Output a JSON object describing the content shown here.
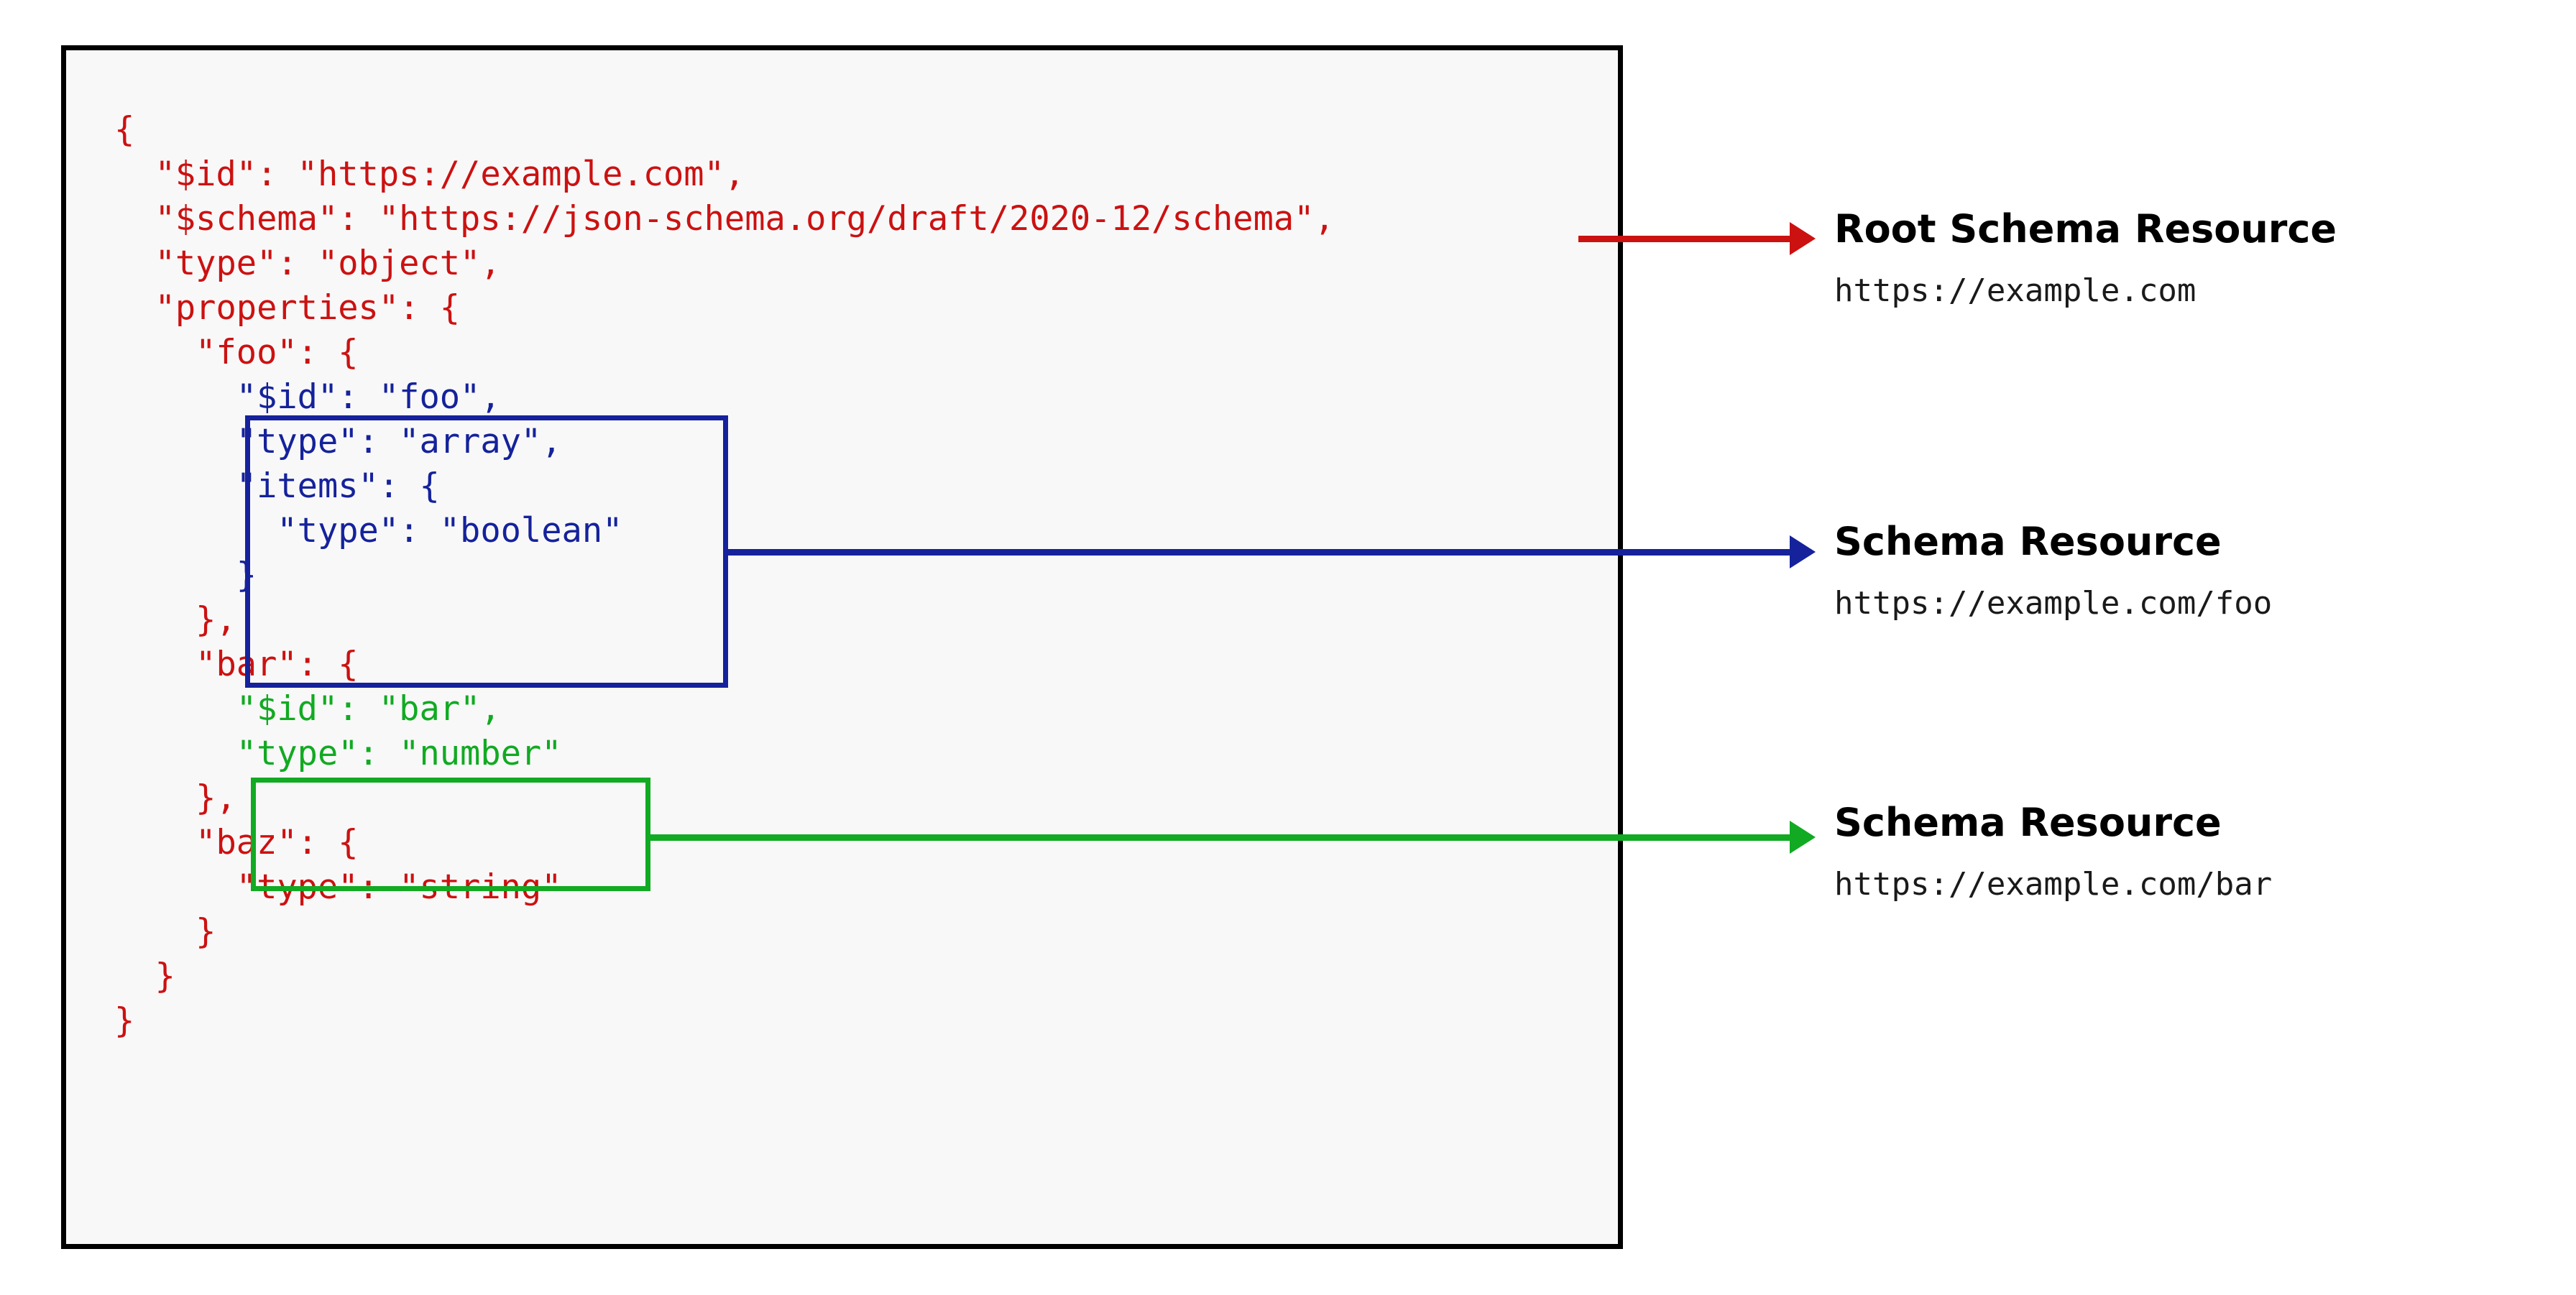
{
  "diagram": {
    "colors": {
      "root_accent": "#cc1111",
      "foo_accent": "#15229b",
      "bar_accent": "#11aa22",
      "panel_background": "#f8f8f8",
      "panel_border": "#000000"
    }
  },
  "code_panel": {
    "lines": [
      "{",
      "  \"$id\": \"https://example.com\",",
      "  \"$schema\": \"https://json-schema.org/draft/2020-12/schema\",",
      "  \"type\": \"object\",",
      "  \"properties\": {",
      "    \"foo\": {",
      "      \"$id\": \"foo\",",
      "      \"type\": \"array\",",
      "      \"items\": {",
      "        \"type\": \"boolean\"",
      "      }",
      "    },",
      "    \"bar\": {",
      "      \"$id\": \"bar\",",
      "      \"type\": \"number\"",
      "    },",
      "    \"baz\": {",
      "      \"type\": \"string\"",
      "    }",
      "  }",
      "}"
    ],
    "segments": [
      {
        "text": "{",
        "color": "red"
      },
      {
        "text": "  \"$id\": \"https://example.com\",",
        "color": "red"
      },
      {
        "text": "  \"$schema\": \"https://json-schema.org/draft/2020-12/schema\",",
        "color": "red"
      },
      {
        "text": "  \"type\": \"object\",",
        "color": "red"
      },
      {
        "text": "  \"properties\": {",
        "color": "red"
      },
      {
        "text": "    \"foo\": {",
        "color": "red"
      },
      {
        "text": "      \"$id\": \"foo\",",
        "color": "blue"
      },
      {
        "text": "      \"type\": \"array\",",
        "color": "blue"
      },
      {
        "text": "      \"items\": {",
        "color": "blue"
      },
      {
        "text": "        \"type\": \"boolean\"",
        "color": "blue"
      },
      {
        "text": "      }",
        "color": "blue"
      },
      {
        "text": "    },",
        "color": "red"
      },
      {
        "text": "    \"bar\": {",
        "color": "red"
      },
      {
        "text": "      \"$id\": \"bar\",",
        "color": "green"
      },
      {
        "text": "      \"type\": \"number\"",
        "color": "green"
      },
      {
        "text": "    },",
        "color": "red"
      },
      {
        "text": "    \"baz\": {",
        "color": "red"
      },
      {
        "text": "      \"type\": \"string\"",
        "color": "red"
      },
      {
        "text": "    }",
        "color": "red"
      },
      {
        "text": "  }",
        "color": "red"
      },
      {
        "text": "}",
        "color": "red"
      }
    ]
  },
  "callouts": [
    {
      "title": "Root Schema Resource",
      "url": "https://example.com",
      "accent": "#cc1111"
    },
    {
      "title": "Schema Resource",
      "url": "https://example.com/foo",
      "accent": "#15229b"
    },
    {
      "title": "Schema Resource",
      "url": "https://example.com/bar",
      "accent": "#11aa22"
    }
  ]
}
